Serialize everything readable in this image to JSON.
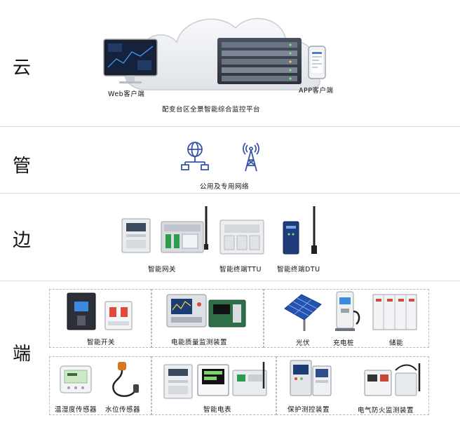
{
  "tiers": {
    "cloud": "云",
    "pipe": "管",
    "edge": "边",
    "end": "端"
  },
  "cloud": {
    "web_client": "Web客户端",
    "app_client": "APP客户端",
    "platform": "配变台区全景智能综合监控平台"
  },
  "pipe": {
    "network": "公用及专用网络"
  },
  "edge": {
    "gateway": "智能网关",
    "ttu": "智能终端TTU",
    "dtu": "智能终端DTU"
  },
  "end": {
    "switch": "智能开关",
    "power_quality": "电能质量监测装置",
    "pv": "光伏",
    "charger": "充电桩",
    "storage": "储能",
    "temp_humidity": "温湿度传感器",
    "water_level": "水位传感器",
    "meter": "智能电表",
    "protection": "保护测控装置",
    "fire": "电气防火监测装置"
  },
  "colors": {
    "separator": "#cfe3ec",
    "icon_blue": "#3a55a8"
  }
}
